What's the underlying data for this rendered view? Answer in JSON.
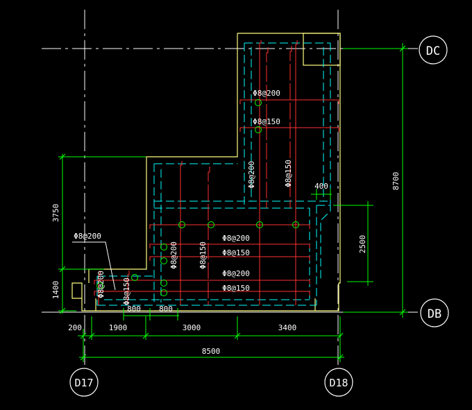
{
  "axes": {
    "dc": "DC",
    "db": "DB",
    "d17": "D17",
    "d18": "D18"
  },
  "dimensions": {
    "d200": "200",
    "d1900": "1900",
    "d3000": "3000",
    "d3400": "3400",
    "d8500": "8500",
    "d8700": "8700",
    "d3750": "3750",
    "d1400": "1400",
    "d2500": "2500",
    "d400": "400",
    "d800a": "800",
    "d800b": "800"
  },
  "rebar_labels": {
    "top_h200": "Φ8@200",
    "top_h150": "Φ8@150",
    "top_v200": "Φ8@200",
    "top_v150": "Φ8@150",
    "mid_h200": "Φ8@200",
    "mid_h150": "Φ8@150",
    "mid_v200": "Φ8@200",
    "mid_v150": "Φ8@150",
    "low_h200": "Φ8@200",
    "low_h150": "Φ8@150",
    "left_lead": "Φ8@200",
    "left_v200": "Φ8@200",
    "left_v150": "Φ8@150"
  },
  "colors": {
    "background": "#000000",
    "outline": "#ffff80",
    "hidden": "#00ffff",
    "rebar": "#ff3030",
    "dimension": "#00ff00",
    "text": "#ffffff",
    "axis": "#ffffff"
  }
}
